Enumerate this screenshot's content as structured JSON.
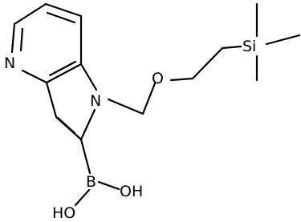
{
  "molecule": {
    "atoms": {
      "pyridine_n": "N",
      "pyrrole_n": "N",
      "ether_o": "O",
      "silicon": "Si",
      "boron": "B",
      "hydroxyl_1": "OH",
      "hydroxyl_2": "HO"
    }
  }
}
